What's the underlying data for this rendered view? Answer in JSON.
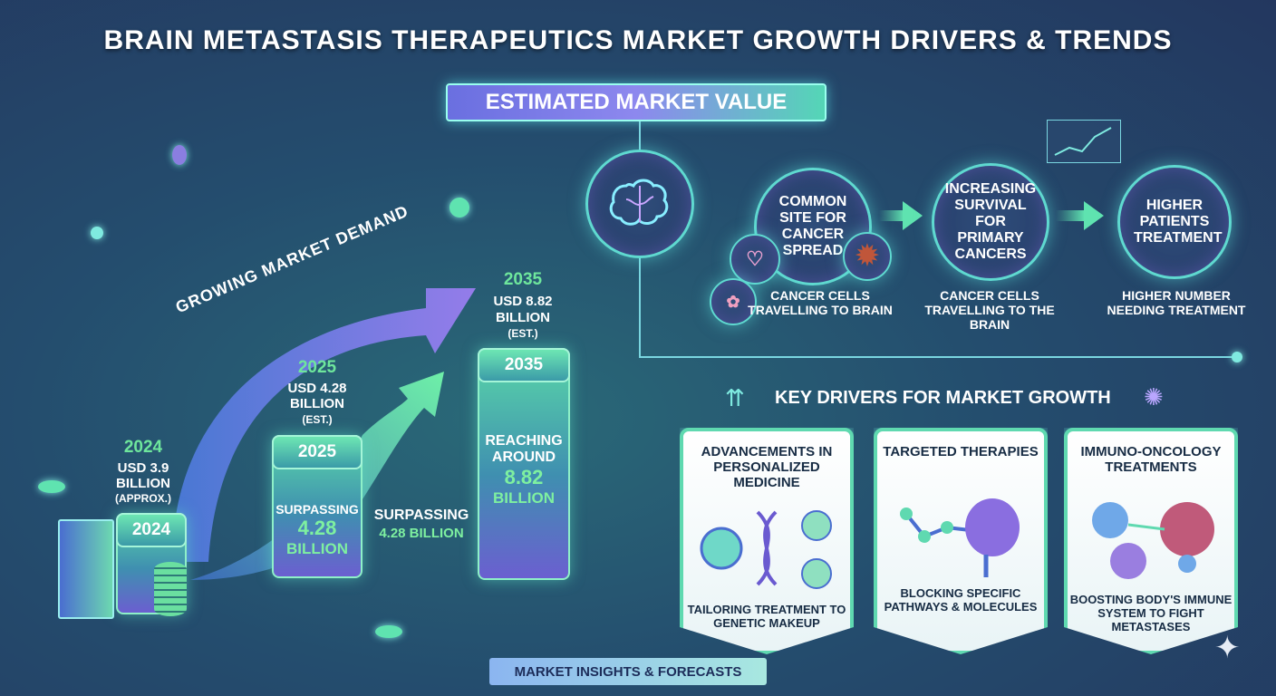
{
  "title": "BRAIN METASTASIS THERAPEUTICS MARKET GROWTH DRIVERS & TRENDS",
  "banner": "ESTIMATED MARKET VALUE",
  "growth_arrow": "GROWING MARKET DEMAND",
  "flow": [
    {
      "circle": "COMMON SITE FOR CANCER SPREAD",
      "caption": "CANCER CELLS TRAVELLING TO BRAIN"
    },
    {
      "circle": "INCREASING SURVIVAL FOR PRIMARY CANCERS",
      "caption": "CANCER CELLS TRAVELLING TO THE BRAIN"
    },
    {
      "circle": "HIGHER PATIENTS TREATMENT",
      "caption": "HIGHER NUMBER NEEDING TREATMENT"
    }
  ],
  "pillars": [
    {
      "year": "2024",
      "value": "USD 3.9",
      "unit": "BILLION",
      "note": "(APPROX.)",
      "cap": "2024"
    },
    {
      "year": "2025",
      "value": "USD 4.28",
      "unit": "BILLION",
      "note": "(EST.)",
      "cap": "2025",
      "body1": "SURPASSING",
      "body2": "4.28",
      "body3": "BILLION"
    },
    {
      "year": "2035",
      "value": "USD 8.82",
      "unit": "BILLION",
      "note": "(EST.)",
      "cap": "2035",
      "body1": "REACHING",
      "body1b": "AROUND",
      "body2": "8.82",
      "body3": "BILLION"
    }
  ],
  "surpassing": {
    "line1": "SURPASSING",
    "line2": "4.28 BILLION"
  },
  "drivers_heading": "KEY DRIVERS FOR MARKET GROWTH",
  "cards": [
    {
      "title": "ADVANCEMENTS IN PERSONALIZED MEDICINE",
      "desc": "TAILORING TREATMENT TO GENETIC MAKEUP"
    },
    {
      "title": "TARGETED THERAPIES",
      "desc": "BLOCKING SPECIFIC PATHWAYS & MOLECULES"
    },
    {
      "title": "IMMUNO-ONCOLOGY TREATMENTS",
      "desc": "BOOSTING BODY'S IMMUNE SYSTEM TO FIGHT METASTASES"
    }
  ],
  "footer": "MARKET INSIGHTS & FORECASTS"
}
